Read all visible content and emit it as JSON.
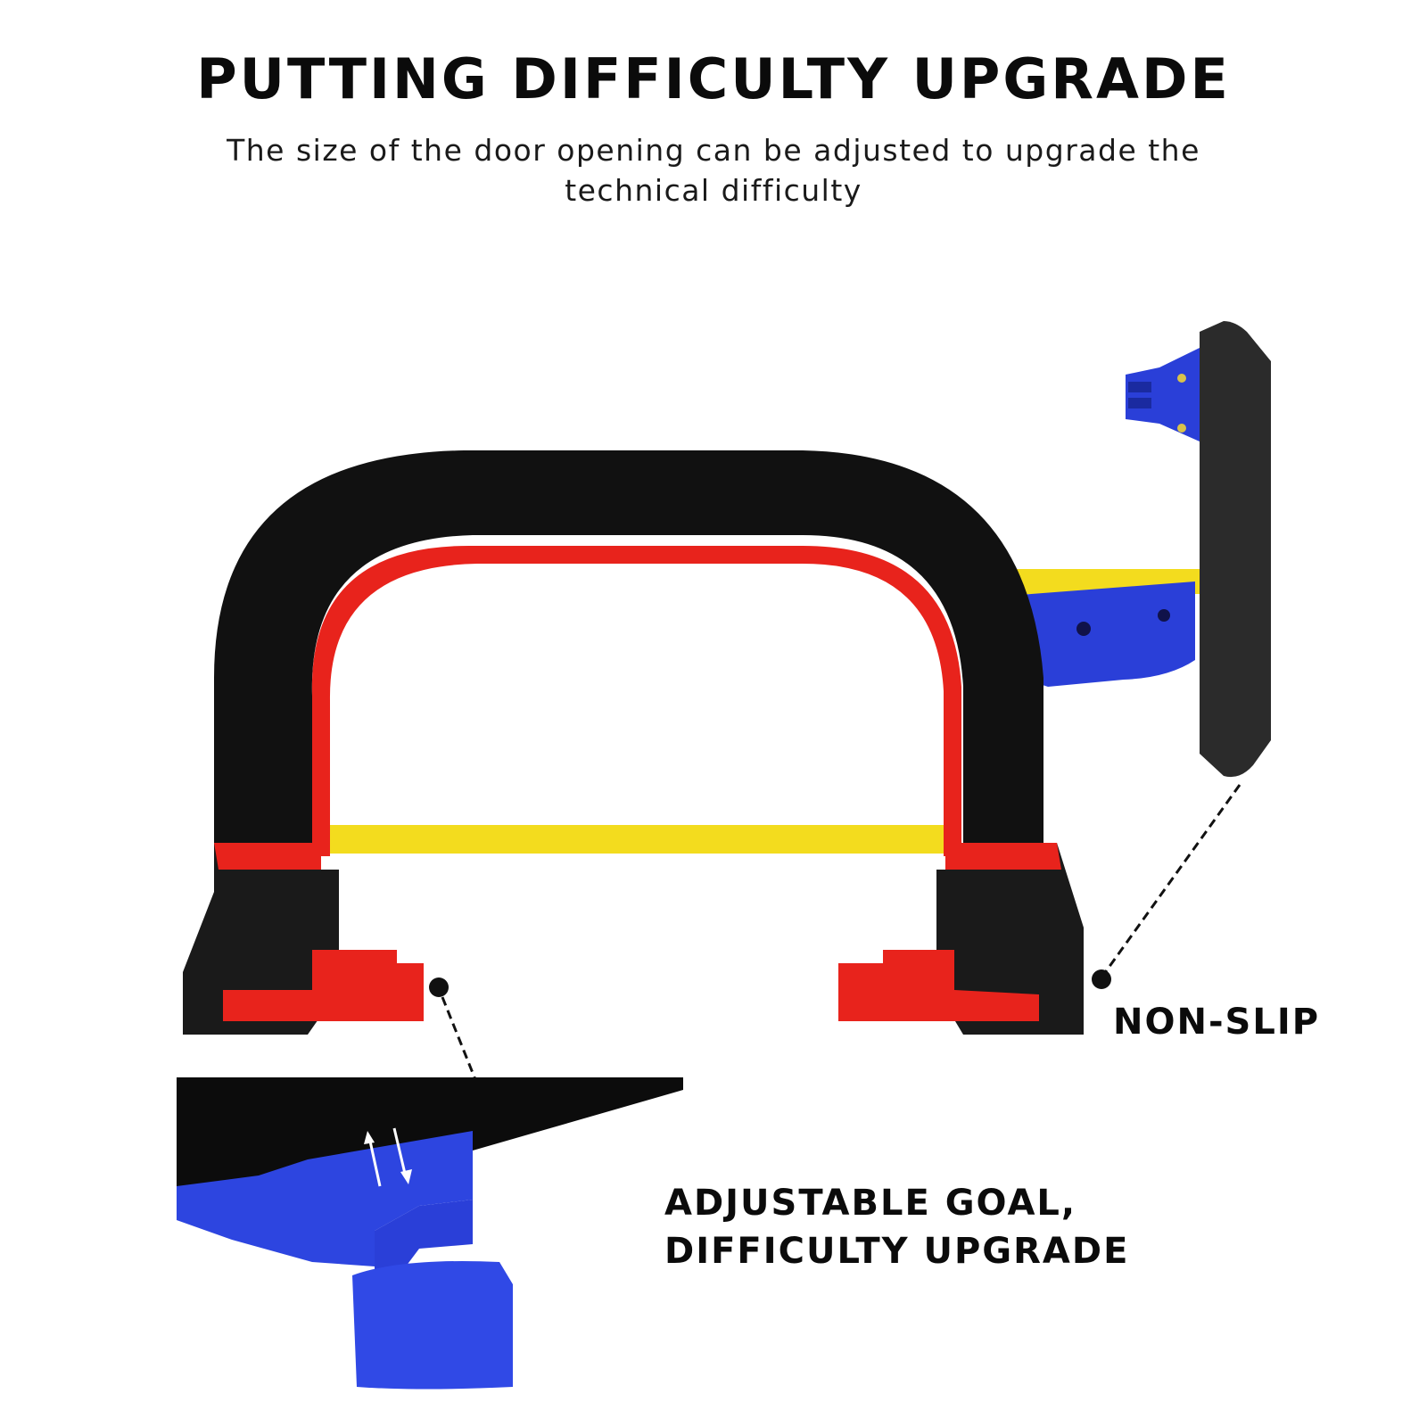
{
  "header": {
    "title": "PUTTING DIFFICULTY UPGRADE",
    "subtitle": "The size of the door opening can be adjusted to upgrade the technical difficulty"
  },
  "callouts": [
    {
      "id": "non-slip",
      "label": "NON-SLIP"
    },
    {
      "id": "adjustable",
      "label_line1": "ADJUSTABLE GOAL,",
      "label_line2": "DIFFICULTY UPGRADE"
    }
  ],
  "colors": {
    "arch_black": "#111111",
    "arch_red": "#e8231c",
    "bar_yellow": "#f3dc1e",
    "clip_blue": "#2a3fd8",
    "pad_gray": "#2b2b2b",
    "text": "#0b0b0b"
  }
}
